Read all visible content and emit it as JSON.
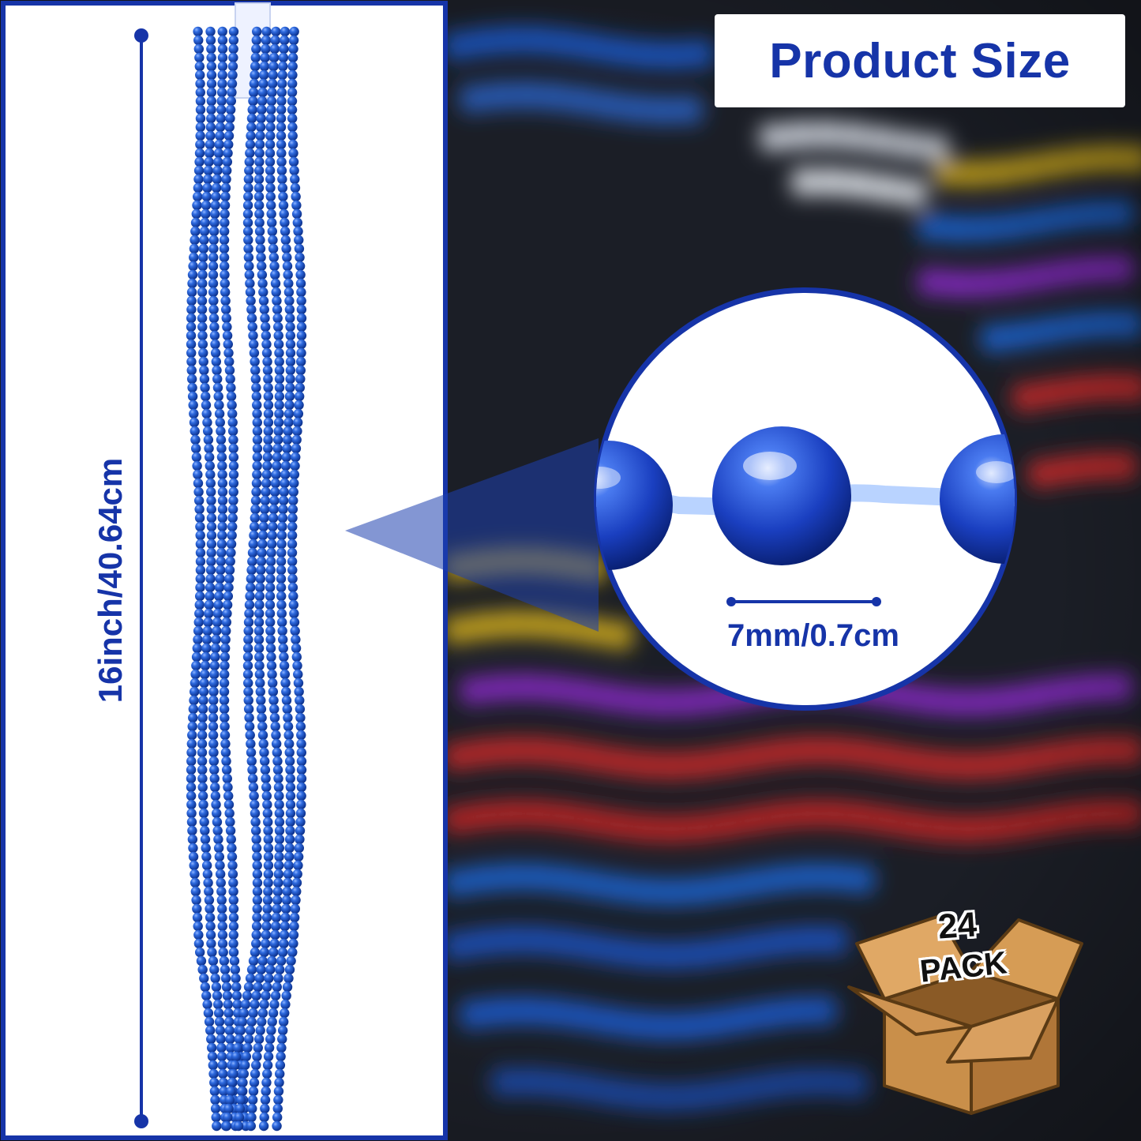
{
  "header": {
    "title": "Product Size"
  },
  "measurements": {
    "necklace_length": "16inch/40.64cm",
    "bead_diameter": "7mm/0.7cm"
  },
  "pack": {
    "count": "24",
    "label": "PACK"
  },
  "colors": {
    "accent_blue": "#1634a8",
    "bead_blue": "#1a55c8",
    "panel_white": "#ffffff",
    "box_tan": "#c98f4a"
  }
}
